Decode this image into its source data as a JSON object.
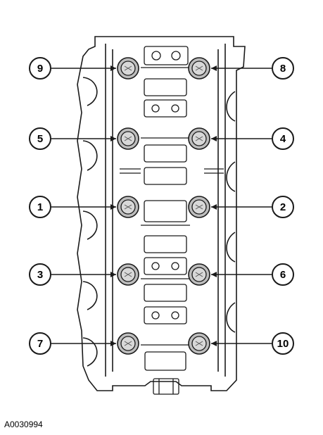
{
  "figure_id": "A0030994",
  "callouts": [
    {
      "label": "9",
      "side": "left",
      "row": 0
    },
    {
      "label": "8",
      "side": "right",
      "row": 0
    },
    {
      "label": "5",
      "side": "left",
      "row": 1
    },
    {
      "label": "4",
      "side": "right",
      "row": 1
    },
    {
      "label": "1",
      "side": "left",
      "row": 2
    },
    {
      "label": "2",
      "side": "right",
      "row": 2
    },
    {
      "label": "3",
      "side": "left",
      "row": 3
    },
    {
      "label": "6",
      "side": "right",
      "row": 3
    },
    {
      "label": "7",
      "side": "left",
      "row": 4
    },
    {
      "label": "10",
      "side": "right",
      "row": 4
    }
  ],
  "colors": {
    "line": "#1a1a1a",
    "shade": "#bdbdbd",
    "paper": "#ffffff"
  }
}
